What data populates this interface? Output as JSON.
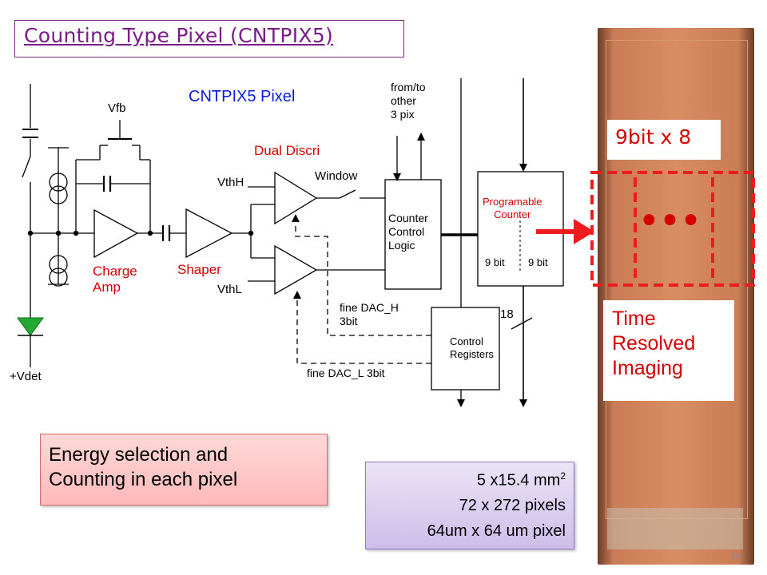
{
  "slide": {
    "title": "Counting Type Pixel (CNTPIX5)",
    "page_number": "28"
  },
  "diagram": {
    "heading": "CNTPIX5 Pixel",
    "vfb": "Vfb",
    "vdet": "+Vdet",
    "charge_amp": "Charge\nAmp",
    "shaper": "Shaper",
    "dual_discri": "Dual Discri",
    "vthh": "VthH",
    "vthl": "VthL",
    "window": "Window",
    "from_to": "from/to\nother\n3 pix",
    "counter_control": "Counter\nControl\nLogic",
    "programmable_counter": "Programable\nCounter",
    "bit_left": "9 bit",
    "bit_right": "9 bit",
    "bus_width": "18",
    "fine_dac_h": "fine DAC_H\n3bit",
    "fine_dac_l": "fine DAC_L 3bit",
    "control_registers": "Control\nRegisters"
  },
  "callouts": {
    "energy": "Energy selection and\nCounting in each pixel",
    "spec_area": "5 x15.4 mm",
    "spec_area_sup": "2",
    "spec_pixels": "72 x 272 pixels",
    "spec_pitch": "64um x 64 um pixel"
  },
  "chip": {
    "bits_label": "9bit x 8",
    "dots": "• • •",
    "time_resolved": "Time\nResolved\nImaging"
  },
  "colors": {
    "title": "#7a1d8a",
    "accent_red": "#d60000",
    "accent_blue": "#0b1dd8",
    "diode_green": "#22aa33",
    "dashed_red": "#ee1c1c"
  }
}
